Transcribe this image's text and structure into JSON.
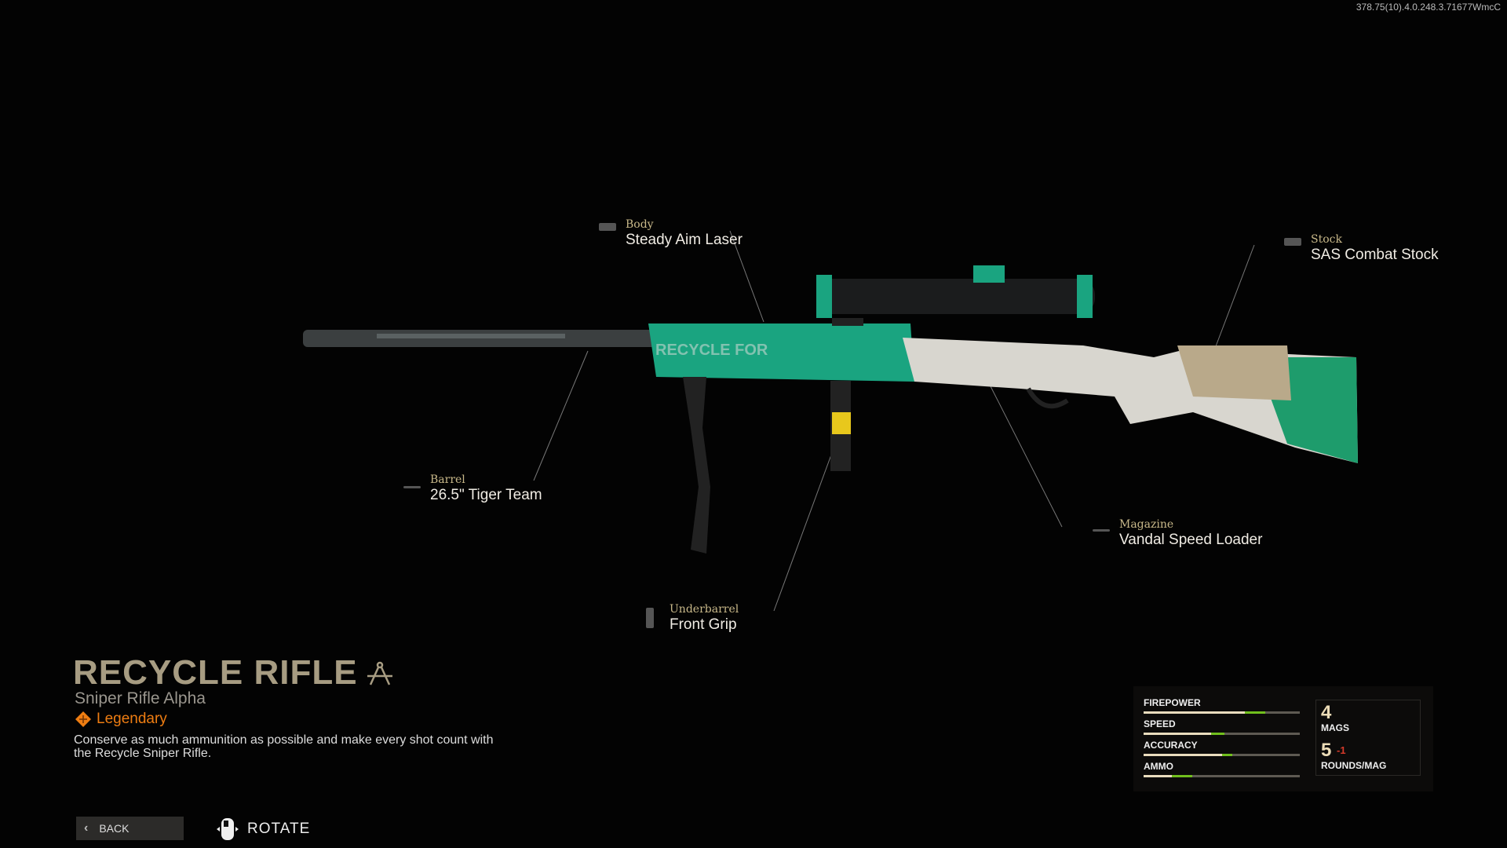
{
  "build": "378.75(10).4.0.248.3.71677WmcC",
  "weapon": {
    "name": "RECYCLE RIFLE",
    "type": "Sniper Rifle Alpha",
    "rarity": "Legendary",
    "description": "Conserve as much ammunition as possible and make every shot count with the Recycle Sniper Rifle.",
    "rarity_color": "#ee7d12"
  },
  "attachments": {
    "body": {
      "slot": "Body",
      "value": "Steady Aim Laser"
    },
    "stock": {
      "slot": "Stock",
      "value": "SAS Combat Stock"
    },
    "barrel": {
      "slot": "Barrel",
      "value": "26.5\" Tiger Team"
    },
    "magazine": {
      "slot": "Magazine",
      "value": "Vandal Speed Loader"
    },
    "underbarrel": {
      "slot": "Underbarrel",
      "value": "Front Grip"
    }
  },
  "stats": [
    {
      "label": "FIREPOWER",
      "base_pct": 65,
      "total_pct": 78
    },
    {
      "label": "SPEED",
      "base_pct": 43,
      "total_pct": 52
    },
    {
      "label": "ACCURACY",
      "base_pct": 50,
      "total_pct": 57
    },
    {
      "label": "AMMO",
      "base_pct": 18,
      "total_pct": 31
    }
  ],
  "ammo": {
    "mags": "4",
    "mags_label": "MAGS",
    "rounds": "5",
    "rounds_delta": "-1",
    "rounds_label": "ROUNDS/MAG"
  },
  "footer": {
    "back": "BACK",
    "rotate": "ROTATE"
  }
}
